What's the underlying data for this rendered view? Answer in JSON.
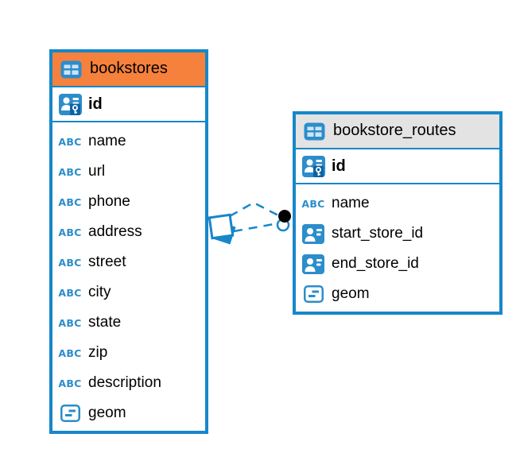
{
  "colors": {
    "accent_blue": "#1787c9",
    "icon_blue": "#2b8dcb",
    "bookstores_header_bg": "#f5813c",
    "routes_header_bg": "#e3e3e3",
    "dot_marker_fill": "#000000",
    "canvas_bg": "#ffffff"
  },
  "icons": {
    "text_type_glyph": "ABC"
  },
  "tables": [
    {
      "name": "bookstores",
      "header_bg": "#f5813c",
      "columns": [
        {
          "label": "id",
          "type": "primary-key"
        },
        {
          "label": "name",
          "type": "text"
        },
        {
          "label": "url",
          "type": "text"
        },
        {
          "label": "phone",
          "type": "text"
        },
        {
          "label": "address",
          "type": "text"
        },
        {
          "label": "street",
          "type": "text"
        },
        {
          "label": "city",
          "type": "text"
        },
        {
          "label": "state",
          "type": "text"
        },
        {
          "label": "zip",
          "type": "text"
        },
        {
          "label": "description",
          "type": "text"
        },
        {
          "label": "geom",
          "type": "geometry"
        }
      ]
    },
    {
      "name": "bookstore_routes",
      "header_bg": "#e3e3e3",
      "columns": [
        {
          "label": "id",
          "type": "primary-key"
        },
        {
          "label": "name",
          "type": "text"
        },
        {
          "label": "start_store_id",
          "type": "foreign-key"
        },
        {
          "label": "end_store_id",
          "type": "foreign-key"
        },
        {
          "label": "geom",
          "type": "geometry"
        }
      ]
    }
  ],
  "connector": {
    "line_style": "dashed",
    "line_count": 2,
    "source_marker": "stacked-squares-marker",
    "target_marker": "dot-marker"
  }
}
